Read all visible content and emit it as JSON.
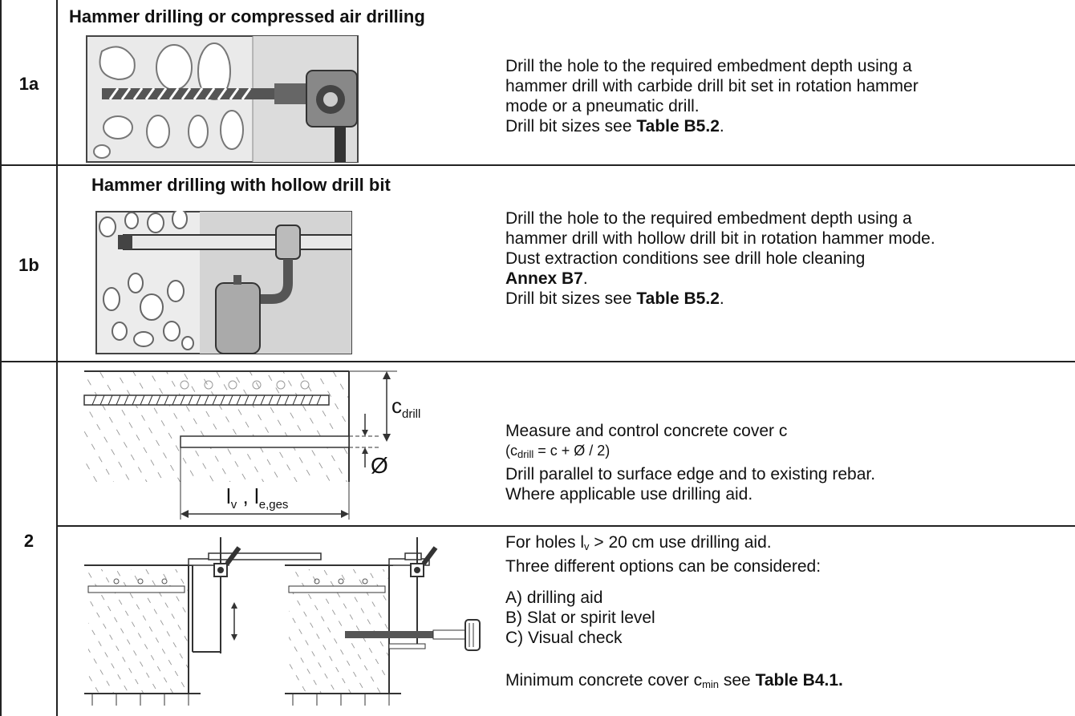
{
  "rows": {
    "r1a": {
      "label": "1a",
      "heading": "Hammer drilling or compressed air drilling",
      "lines": [
        "Drill the hole to the required embedment depth using a",
        "hammer drill with carbide drill bit set in rotation hammer",
        "mode or a pneumatic drill."
      ],
      "ref_prefix": "Drill bit sizes see ",
      "ref_bold": "Table B5.2",
      "ref_suffix": "."
    },
    "r1b": {
      "label": "1b",
      "heading": "Hammer drilling with hollow drill bit",
      "lines": [
        "Drill the hole to the required embedment depth using a",
        "hammer drill with hollow drill bit in rotation hammer mode.",
        "Dust extraction conditions see drill hole cleaning"
      ],
      "annex_bold": "Annex B7",
      "annex_suffix": ".",
      "ref_prefix": "Drill bit sizes see ",
      "ref_bold": "Table B5.2",
      "ref_suffix": "."
    },
    "r2": {
      "label": "2",
      "fig_c_drill_main": "c",
      "fig_c_drill_sub": "drill",
      "fig_diameter": "Ø",
      "fig_l_main": "l",
      "fig_l_sub": "v",
      "fig_le_main": "l",
      "fig_le_sub": "e,ges",
      "fig_sep": " , ",
      "cover_line": "Measure and control concrete cover c",
      "formula_pre": "(c",
      "formula_sub": "drill",
      "formula_post": " = c + Ø / 2)",
      "line3": "Drill parallel to surface edge and to existing rebar.",
      "line4": "Where applicable use drilling aid.",
      "aid_pre": "For holes l",
      "aid_sub": "v",
      "aid_post": " > 20 cm use drilling aid.",
      "options_intro": "Three different options can be considered:",
      "options": [
        "A) drilling aid",
        "B) Slat or spirit level",
        "C) Visual check"
      ],
      "min_pre": "Minimum concrete cover c",
      "min_sub": "min",
      "min_mid": " see ",
      "min_bold": "Table B4.1."
    }
  }
}
